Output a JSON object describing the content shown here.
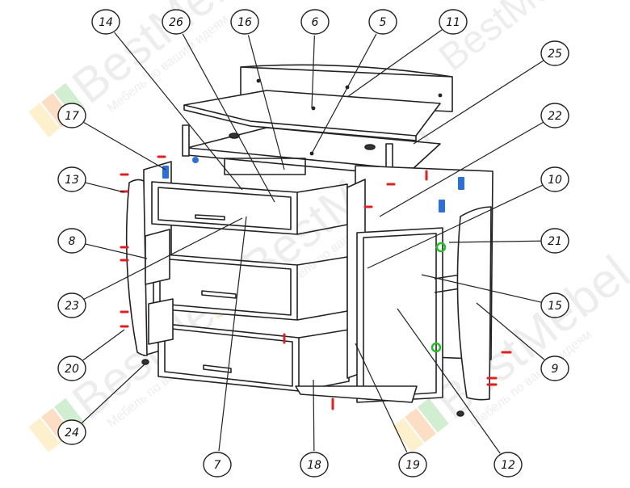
{
  "watermark": {
    "brand": "BestMebel",
    "tagline": "Мебель по вашим идеям",
    "colors": [
      "#f7c948",
      "#f08a2b",
      "#5cc05c",
      "#e94e4e"
    ]
  },
  "callouts": [
    "14",
    "26",
    "16",
    "6",
    "5",
    "11",
    "25",
    "17",
    "22",
    "13",
    "10",
    "8",
    "21",
    "23",
    "15",
    "20",
    "9",
    "24",
    "7",
    "18",
    "19",
    "12"
  ],
  "part_colors": {
    "outline": "#222222",
    "dowel_red": "#e02020",
    "fitting_blue": "#2a6fe0",
    "fitting_green": "#22c022"
  },
  "icons": [
    "drawer-handle-icon",
    "screw-icon",
    "dowel-icon",
    "cam-fitting-icon",
    "hinge-icon"
  ]
}
